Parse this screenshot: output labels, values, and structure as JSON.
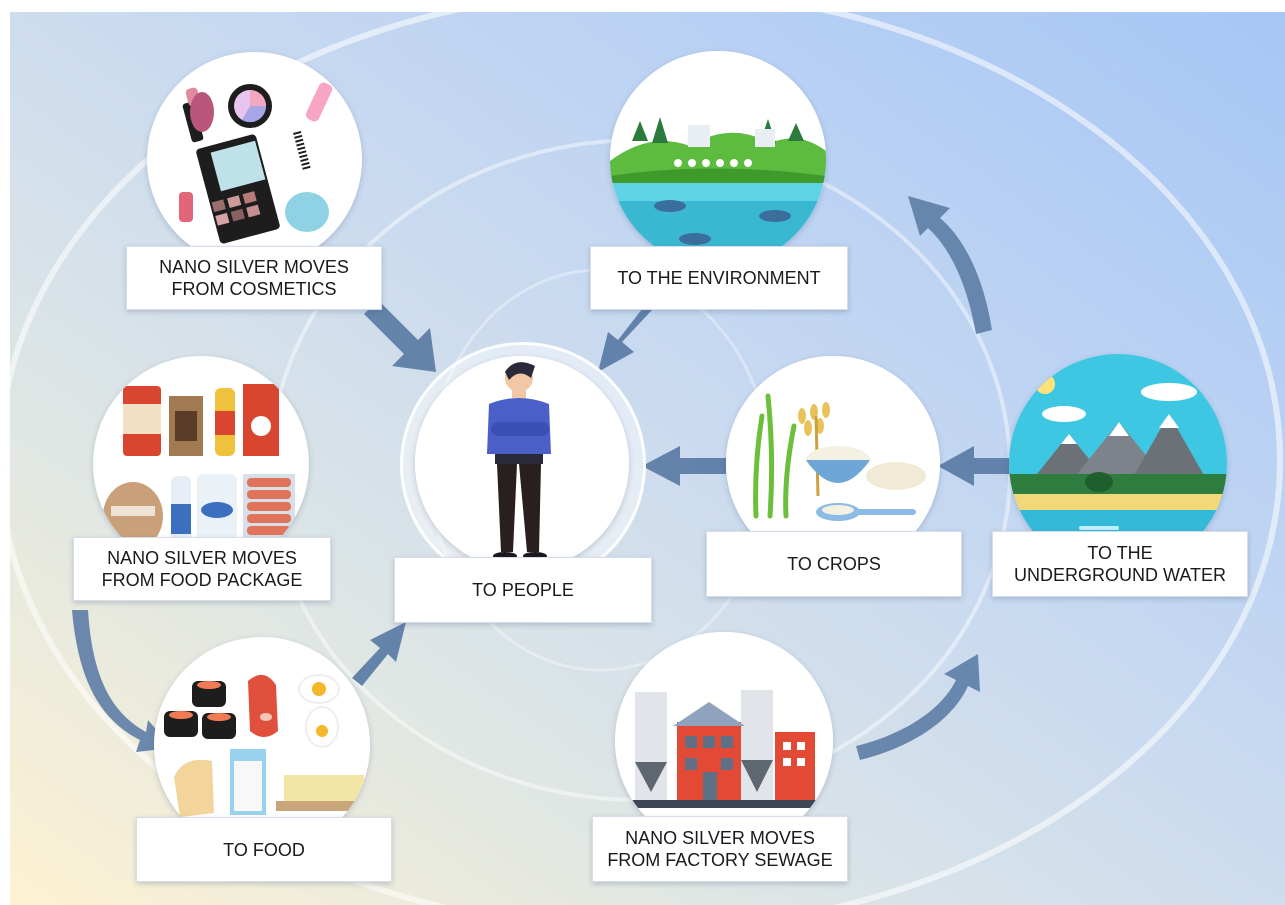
{
  "nodes": {
    "cosmetics": {
      "label": "NANO SILVER MOVES\nFROM COSMETICS"
    },
    "environment": {
      "label": "TO THE ENVIRONMENT"
    },
    "food_package": {
      "label": "NANO SILVER MOVES\nFROM FOOD PACKAGE"
    },
    "people": {
      "label": "TO PEOPLE"
    },
    "crops": {
      "label": "TO CROPS"
    },
    "underground_water": {
      "label": "TO THE\nUNDERGROUND WATER"
    },
    "food": {
      "label": "TO FOOD"
    },
    "factory_sewage": {
      "label": "NANO SILVER MOVES\nFROM FACTORY SEWAGE"
    }
  },
  "colors": {
    "arrow": "#5d7da6",
    "label_border": "#d6dde8",
    "background_warm": "#fdf2d2",
    "background_cool": "#a6c6f6"
  }
}
